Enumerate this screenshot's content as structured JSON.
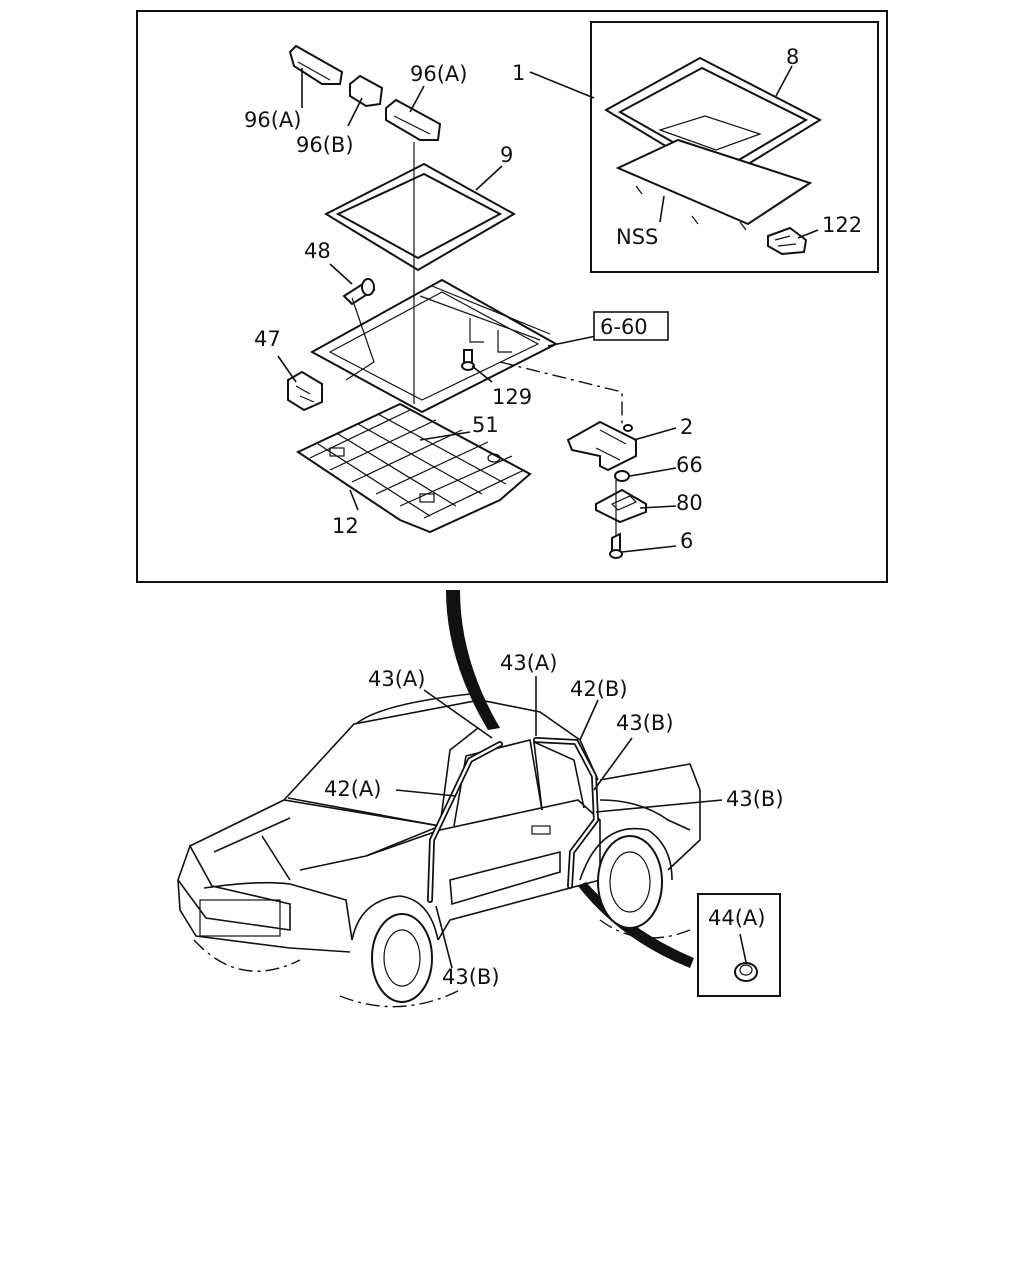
{
  "callouts": {
    "c1": "1",
    "c8": "8",
    "c9": "9",
    "c96a_left": "96(A)",
    "c96a_right": "96(A)",
    "c96b": "96(B)",
    "nss": "NSS",
    "c122": "122",
    "c48": "48",
    "c660": "6-60",
    "c47": "47",
    "c129": "129",
    "c51": "51",
    "c2": "2",
    "c66": "66",
    "c80": "80",
    "c12": "12",
    "c6": "6",
    "c43a_left": "43(A)",
    "c43a_top": "43(A)",
    "c42b": "42(B)",
    "c43b_upper": "43(B)",
    "c42a": "42(A)",
    "c43b_right": "43(B)",
    "c43b_bottom": "43(B)",
    "c44a": "44(A)"
  }
}
